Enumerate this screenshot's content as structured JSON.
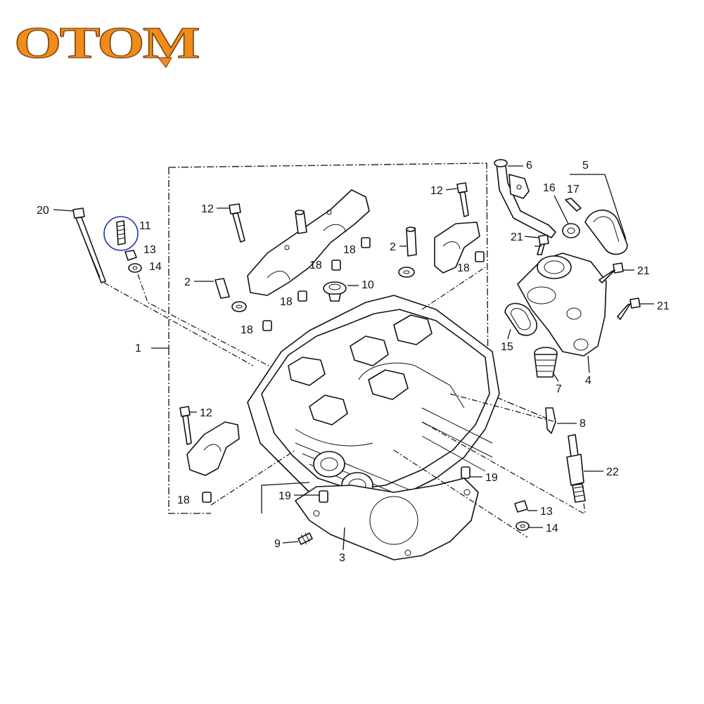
{
  "logo": {
    "text": "OTOM",
    "fill_color": "#f08b1c",
    "outline_color": "#7a3f05"
  },
  "highlight": {
    "color": "#1f2fb8",
    "part": "11"
  },
  "callouts": {
    "c1": "1",
    "c2a": "2",
    "c2b": "2",
    "c3": "3",
    "c4": "4",
    "c5": "5",
    "c6": "6",
    "c7": "7",
    "c8": "8",
    "c9": "9",
    "c10": "10",
    "c11": "11",
    "c12a": "12",
    "c12b": "12",
    "c12c": "12",
    "c13a": "13",
    "c13b": "13",
    "c14a": "14",
    "c14b": "14",
    "c15": "15",
    "c16": "16",
    "c17": "17",
    "c18a": "18",
    "c18b": "18",
    "c18c": "18",
    "c18d": "18",
    "c18e": "18",
    "c18f": "18",
    "c19a": "19",
    "c19b": "19",
    "c20": "20",
    "c21a": "21",
    "c21b": "21",
    "c21c": "21",
    "c22": "22"
  }
}
